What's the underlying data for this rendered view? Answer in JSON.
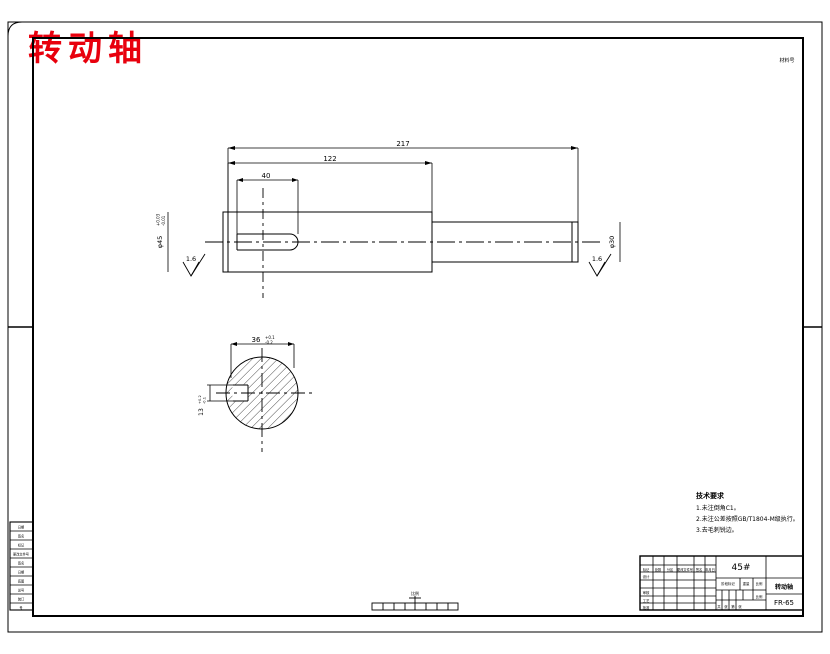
{
  "sheet": {
    "title_cn": "转动轴",
    "corner_label": "材料号",
    "bottom_scale_label": "比例"
  },
  "main_view": {
    "dim_total": "217",
    "dim_mid": "122",
    "dim_key": "40",
    "dia_left": "φ45",
    "dia_left_tol_up": "+0.03",
    "dia_left_tol_dn": "-0.01",
    "dia_right": "φ30",
    "rough_left": "1.6",
    "rough_right": "1.6"
  },
  "section_view": {
    "dim_width": "36",
    "dim_width_tol_up": "+0.1",
    "dim_width_tol_dn": "-0.2",
    "dim_height": "13",
    "dim_height_tol_up": "+0.2",
    "dim_height_tol_dn": "-0.1"
  },
  "notes": {
    "heading": "技术要求",
    "lines": [
      "1.未注倒角C1。",
      "2.未注公差按照GB/T1804-M级执行。",
      "3.去毛刺锐边。"
    ]
  },
  "title_block": {
    "material": "45#",
    "part_name": "转动轴",
    "drawing_no": "FR-65",
    "col_headers": [
      "标记",
      "处数",
      "分区",
      "更改文件号",
      "签名",
      "年月日"
    ],
    "row_labels": [
      "设计",
      "审核",
      "工艺",
      "批准"
    ],
    "right_labels": [
      "阶段标记",
      "重量",
      "比例"
    ],
    "sheet_labels": [
      "共",
      "张",
      "第",
      "张"
    ]
  },
  "left_margin_cells": [
    "日期",
    "签名",
    "标记",
    "更改文件号",
    "签名",
    "日期",
    "底图",
    "总号",
    "装订",
    "号"
  ]
}
